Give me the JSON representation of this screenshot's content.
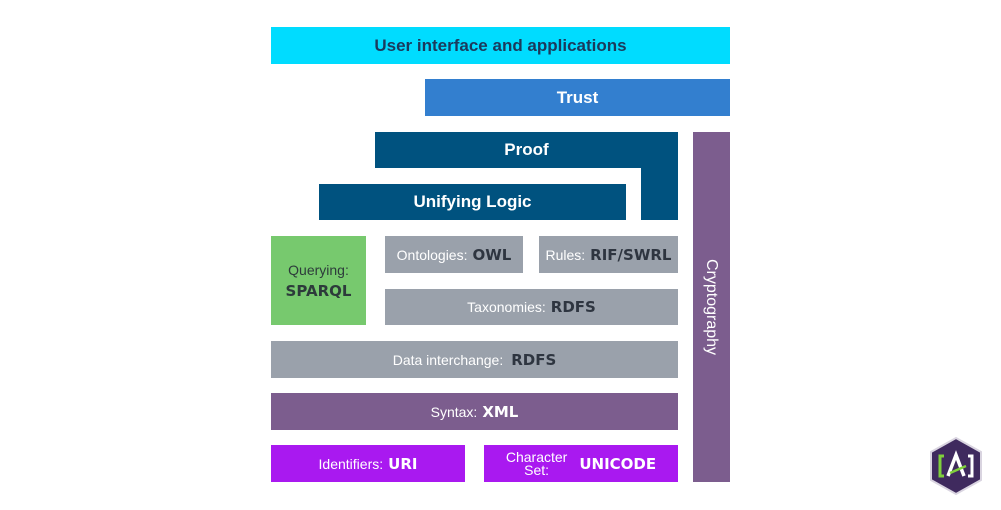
{
  "layers": {
    "ui": "User interface and applications",
    "trust": "Trust",
    "proof": "Proof",
    "logic": "Unifying Logic",
    "querying": {
      "label": "Querying:",
      "value": "SPARQL"
    },
    "ontologies": {
      "label": "Ontologies:",
      "value": "OWL"
    },
    "rules": {
      "label": "Rules:",
      "value": "RIF/SWRL"
    },
    "taxonomies": {
      "label": "Taxonomies:",
      "value": "RDFS"
    },
    "data": {
      "label": "Data interchange:",
      "value": "RDFS"
    },
    "syntax": {
      "label": "Syntax:",
      "value": "XML"
    },
    "identifiers": {
      "label": "Identifiers:",
      "value": "URI"
    },
    "charset": {
      "label_line1": "Character",
      "label_line2": "Set:",
      "value": "UNICODE"
    },
    "crypto": "Cryptography"
  },
  "colors": {
    "ui": "#00dcff",
    "trust": "#337fcf",
    "logic": "#00527f",
    "query": "#77c96e",
    "gray": "#9aa1ab",
    "purple": "#7c5d8e",
    "violet": "#a919f0"
  },
  "logo": "A"
}
